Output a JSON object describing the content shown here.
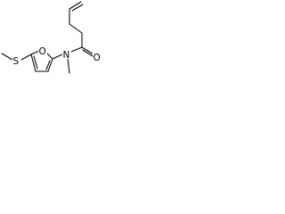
{
  "molecule": {
    "atoms": {
      "sulfur": "S",
      "ring_oxygen": "O",
      "amide_nitrogen": "N",
      "carbonyl_oxygen": "O"
    }
  }
}
